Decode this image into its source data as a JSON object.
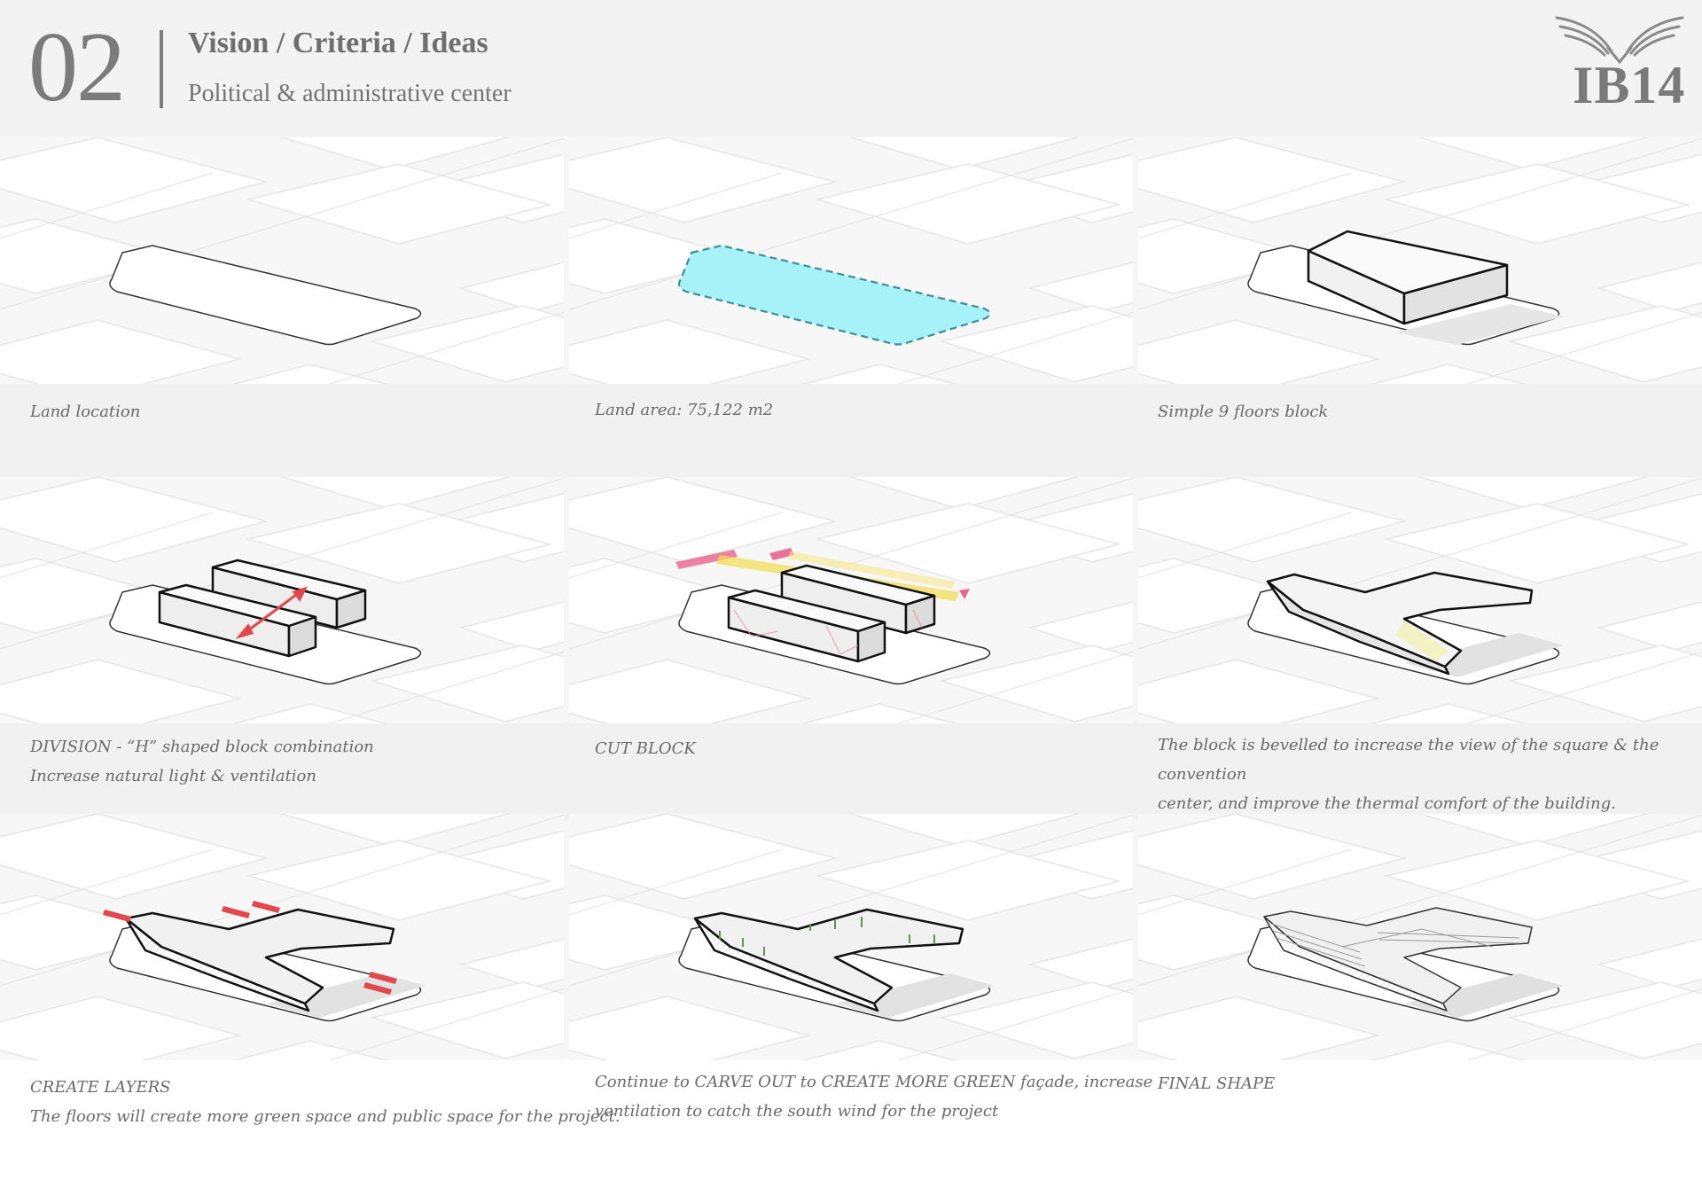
{
  "header": {
    "number": "02",
    "title": "Vision / Criteria / Ideas",
    "subtitle": "Political & administrative center",
    "logo_text": "IB14",
    "logo_icon": "wings-logo-icon"
  },
  "colors": {
    "site_fill": "#a6f2f8",
    "site_stroke": "#3d8e97",
    "arrow_red": "#e0484c",
    "wind_yellow": "#f2de5a",
    "wind_pink": "#e9638f",
    "green": "#5a9a4a"
  },
  "steps": [
    {
      "label": "Land location",
      "line2": ""
    },
    {
      "label": "Land area:  75,122 m2",
      "line2": ""
    },
    {
      "label": "Simple 9 floors block",
      "line2": ""
    },
    {
      "label": "DIVISION - “H” shaped block combination",
      "line2": "Increase natural light & ventilation"
    },
    {
      "label": "CUT BLOCK",
      "line2": ""
    },
    {
      "label": "The block is bevelled to increase the view of the square & the convention",
      "line2": "center, and improve the thermal comfort of the building."
    },
    {
      "label": "CREATE LAYERS",
      "line2": "The floors will create more green space and public space for the project."
    },
    {
      "label": "Continue to CARVE OUT to CREATE MORE GREEN façade, increase",
      "line2": "ventilation to catch the south wind for the project"
    },
    {
      "label": "FINAL SHAPE",
      "line2": ""
    }
  ]
}
